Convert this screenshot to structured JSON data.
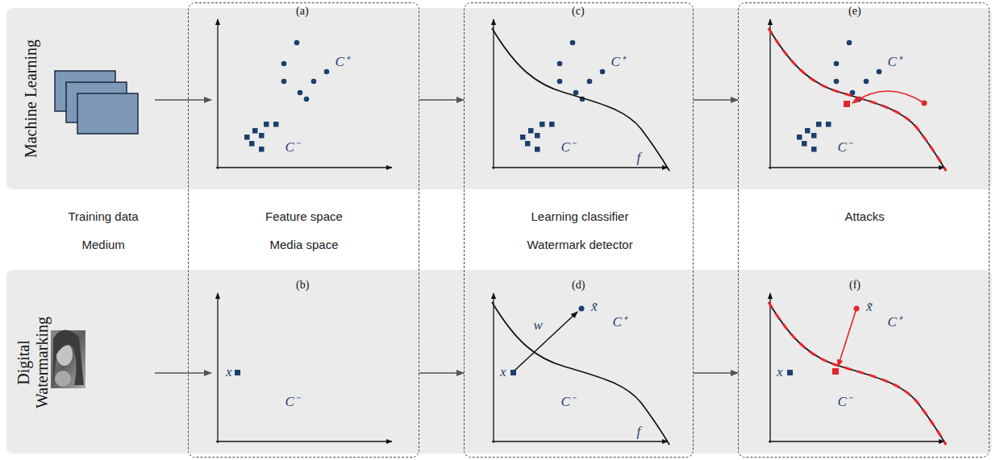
{
  "diagram": {
    "nodes": [
      {
        "text": [
          "Machine Learning"
        ]
      },
      {
        "text": [
          "Digital Watermarking"
        ]
      },
      {
        "text": [
          "Feature space",
          "Media space"
        ]
      },
      {
        "text": [
          "Learning classifier",
          "Watermark detector"
        ]
      },
      {
        "text": [
          "Attacks"
        ]
      }
    ],
    "edges": [
      {
        "from": 2,
        "to": 3,
        "arrow": "to"
      },
      {
        "from": 2,
        "to": 3,
        "arrow": "to"
      },
      {
        "from": 3,
        "to": 4,
        "arrow": "to"
      },
      {
        "from": 3,
        "to": 4,
        "arrow": "to"
      }
    ],
    "labels": [
      "Training data",
      "Medium",
      "(a)",
      "C⁺",
      "C⁻",
      "(b)",
      "x",
      "C⁻",
      "(c)",
      "C⁺",
      "C⁻",
      "f",
      "(d)",
      "x",
      "w",
      "x̃",
      "C⁺",
      "C⁻",
      "f",
      "(e)",
      "C⁺",
      "C⁻",
      "(f)",
      "x̃",
      "C⁺",
      "x",
      "C⁻"
    ]
  }
}
